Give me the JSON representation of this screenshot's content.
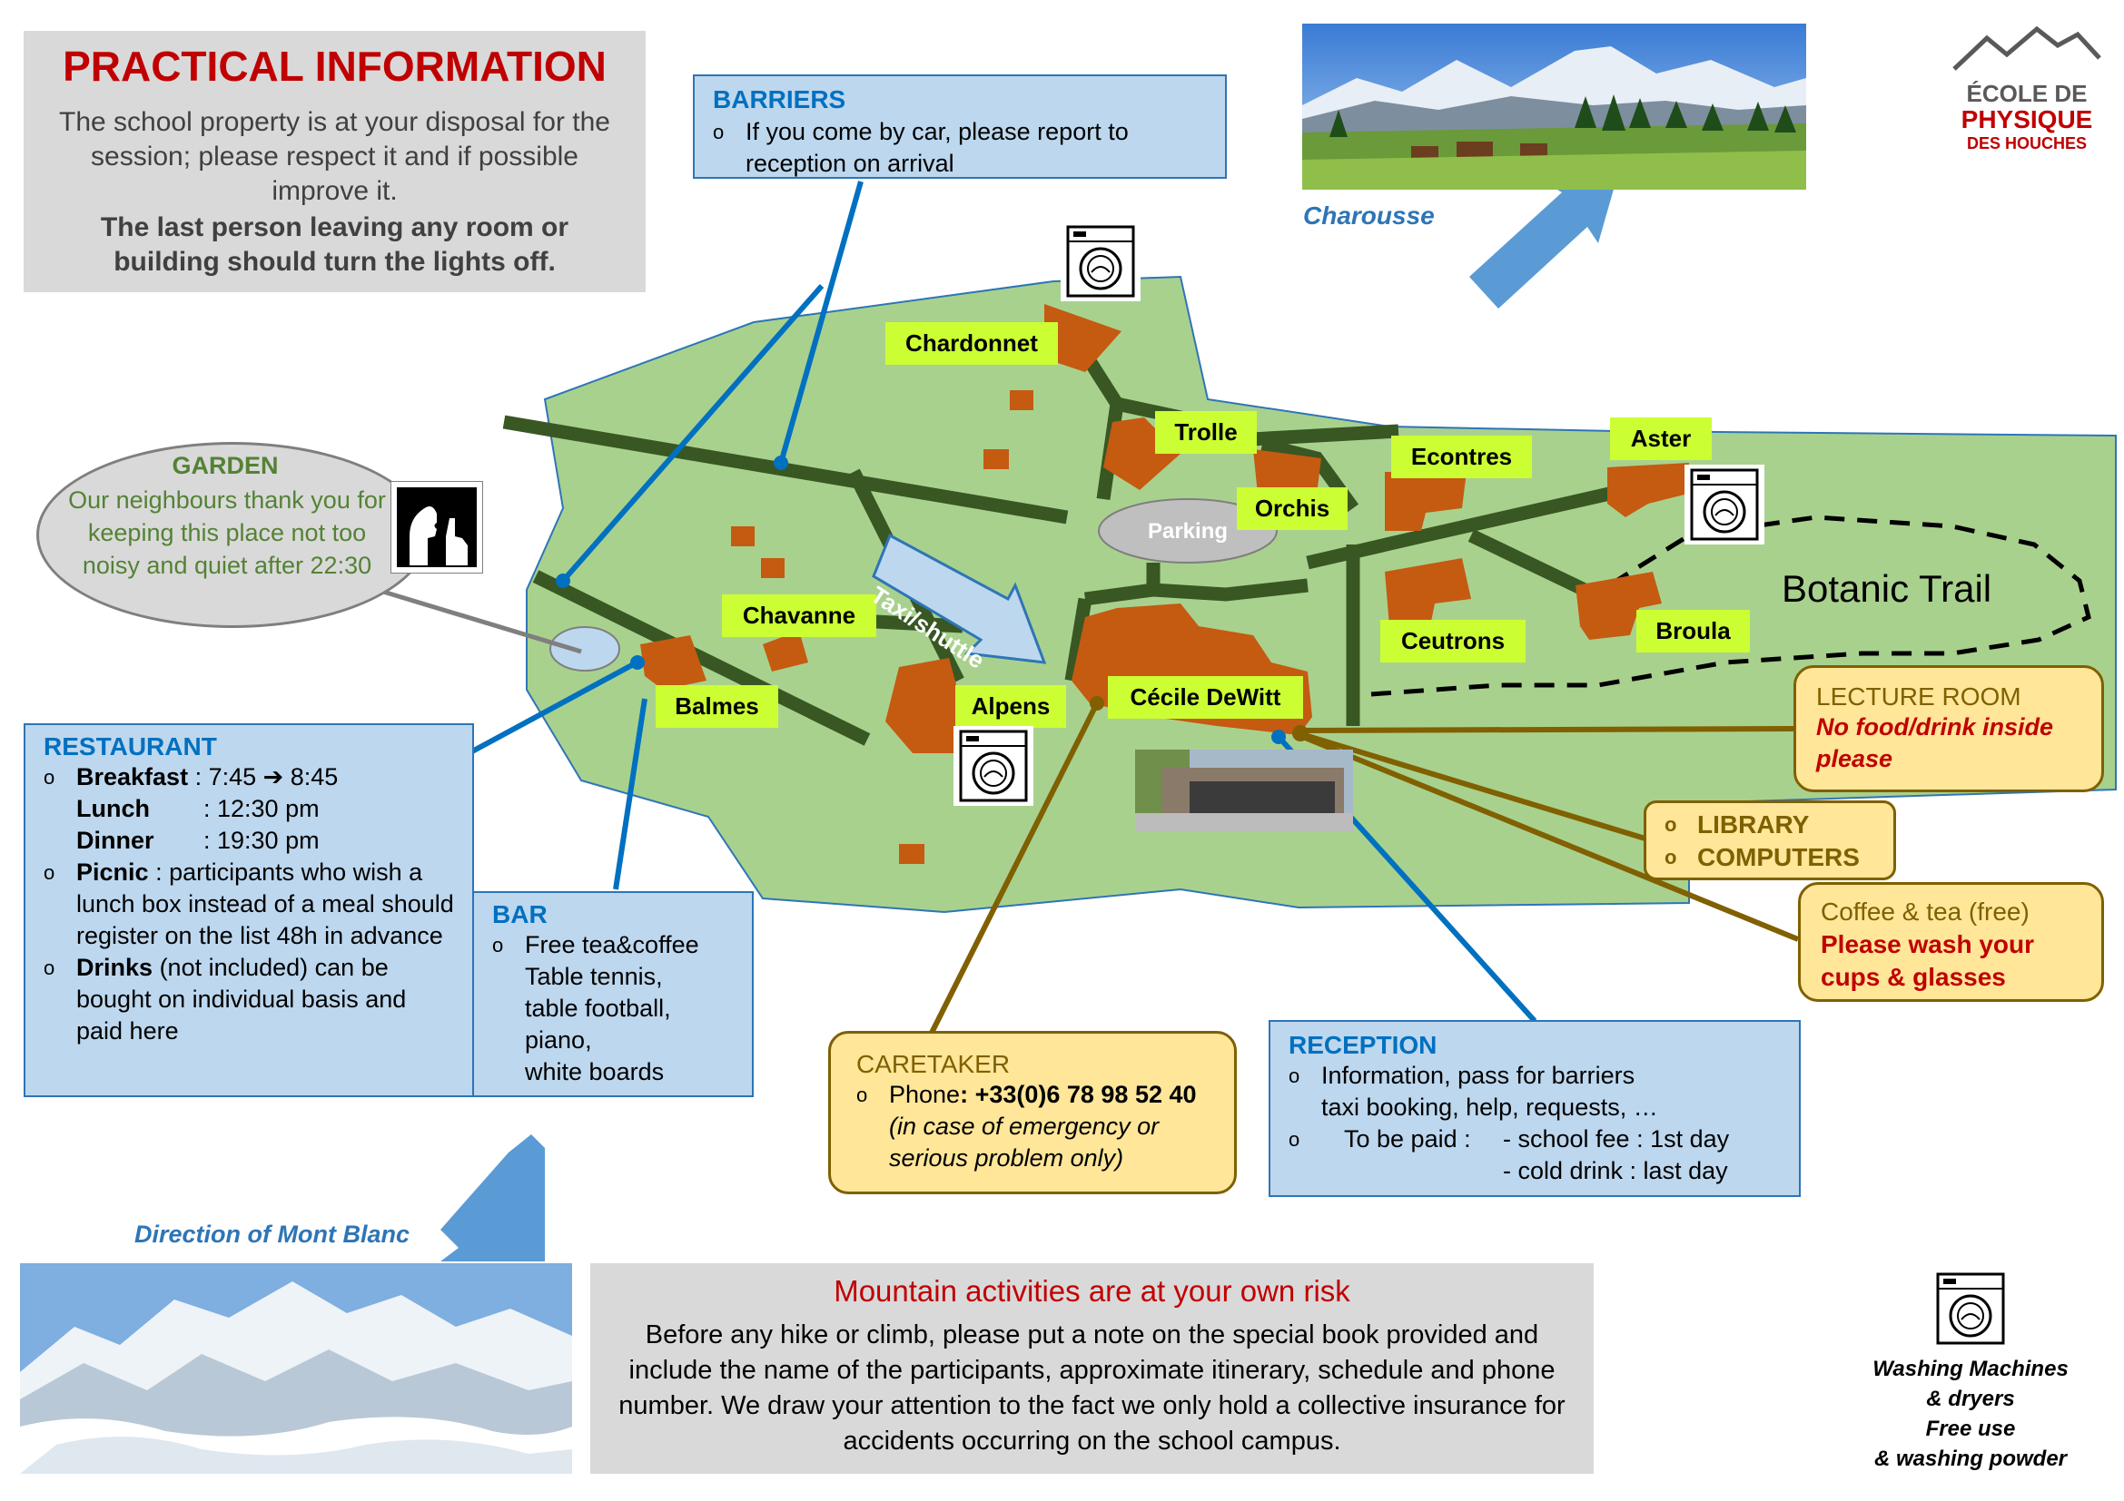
{
  "practical": {
    "title": "PRACTICAL INFORMATION",
    "line1": "The school property is at your disposal for the session; please respect it and if possible improve it.",
    "line2": "The last person leaving any room or building should turn the lights off."
  },
  "barriers": {
    "title": "BARRIERS",
    "item": "If you come by car, please report to reception on arrival"
  },
  "charousse": "Charousse",
  "logo": {
    "line1": "ÉCOLE DE",
    "line2": "PHYSIQUE",
    "line3": "DES HOUCHES"
  },
  "garden": {
    "title": "GARDEN",
    "text": "Our neighbours thank you for keeping this place not too noisy and quiet after 22:30"
  },
  "buildings": {
    "chardonnet": "Chardonnet",
    "trolle": "Trolle",
    "econtres": "Econtres",
    "aster": "Aster",
    "orchis": "Orchis",
    "parking": "Parking",
    "chavanne": "Chavanne",
    "balmes": "Balmes",
    "alpens": "Alpens",
    "cecile": "Cécile DeWitt",
    "ceutrons": "Ceutrons",
    "broula": "Broula",
    "botanic": "Botanic Trail",
    "taxi": "Taxi/shuttle"
  },
  "restaurant": {
    "title": "RESTAURANT",
    "breakfast_label": "Breakfast",
    "breakfast_time": ": 7:45 ➔ 8:45",
    "lunch_label": "Lunch",
    "lunch_time": ": 12:30 pm",
    "dinner_label": "Dinner",
    "dinner_time": ": 19:30 pm",
    "picnic_label": "Picnic",
    "picnic_text": ": participants who wish a lunch box instead of a meal should register on the list 48h in advance",
    "drinks_label": "Drinks",
    "drinks_text": "(not included) can be bought on individual basis and paid here"
  },
  "bar": {
    "title": "BAR",
    "line1": "Free tea&coffee",
    "line2": "Table tennis,",
    "line3": "table football,",
    "line4": "piano,",
    "line5": "white boards"
  },
  "lecture": {
    "title": "LECTURE ROOM",
    "text": "No food/drink inside please"
  },
  "library": {
    "item1": "LIBRARY",
    "item2": "COMPUTERS"
  },
  "coffee": {
    "title": "Coffee & tea (free)",
    "text": "Please wash your cups & glasses"
  },
  "caretaker": {
    "title": "CARETAKER",
    "phone_label": "Phone",
    "phone": ": +33(0)6 78 98 52 40",
    "note": "(in case of emergency or serious problem only)"
  },
  "reception": {
    "title": "RECEPTION",
    "line1": "Information, pass for barriers",
    "line2": "taxi booking, help, requests, …",
    "pay_label": "To be paid :",
    "fee": "- school fee : 1st day",
    "drink": "- cold drink  : last day"
  },
  "montblanc": "Direction of Mont Blanc",
  "mountain": {
    "title": "Mountain activities are at your own risk",
    "text": "Before any hike or climb, please put a note on the special book provided and include the name of the participants, approximate itinerary, schedule and phone number. We draw your attention to the fact we only hold a collective insurance for accidents occurring on the school campus."
  },
  "washing": {
    "line1": "Washing Machines",
    "line2": "& dryers",
    "line3": "Free use",
    "line4": "& washing powder"
  },
  "colors": {
    "grass": "#a9d18e",
    "road": "#385723",
    "building": "#c55a11",
    "label_bg": "#ccff33",
    "accent_red": "#c00000",
    "accent_blue": "#0070c0"
  }
}
